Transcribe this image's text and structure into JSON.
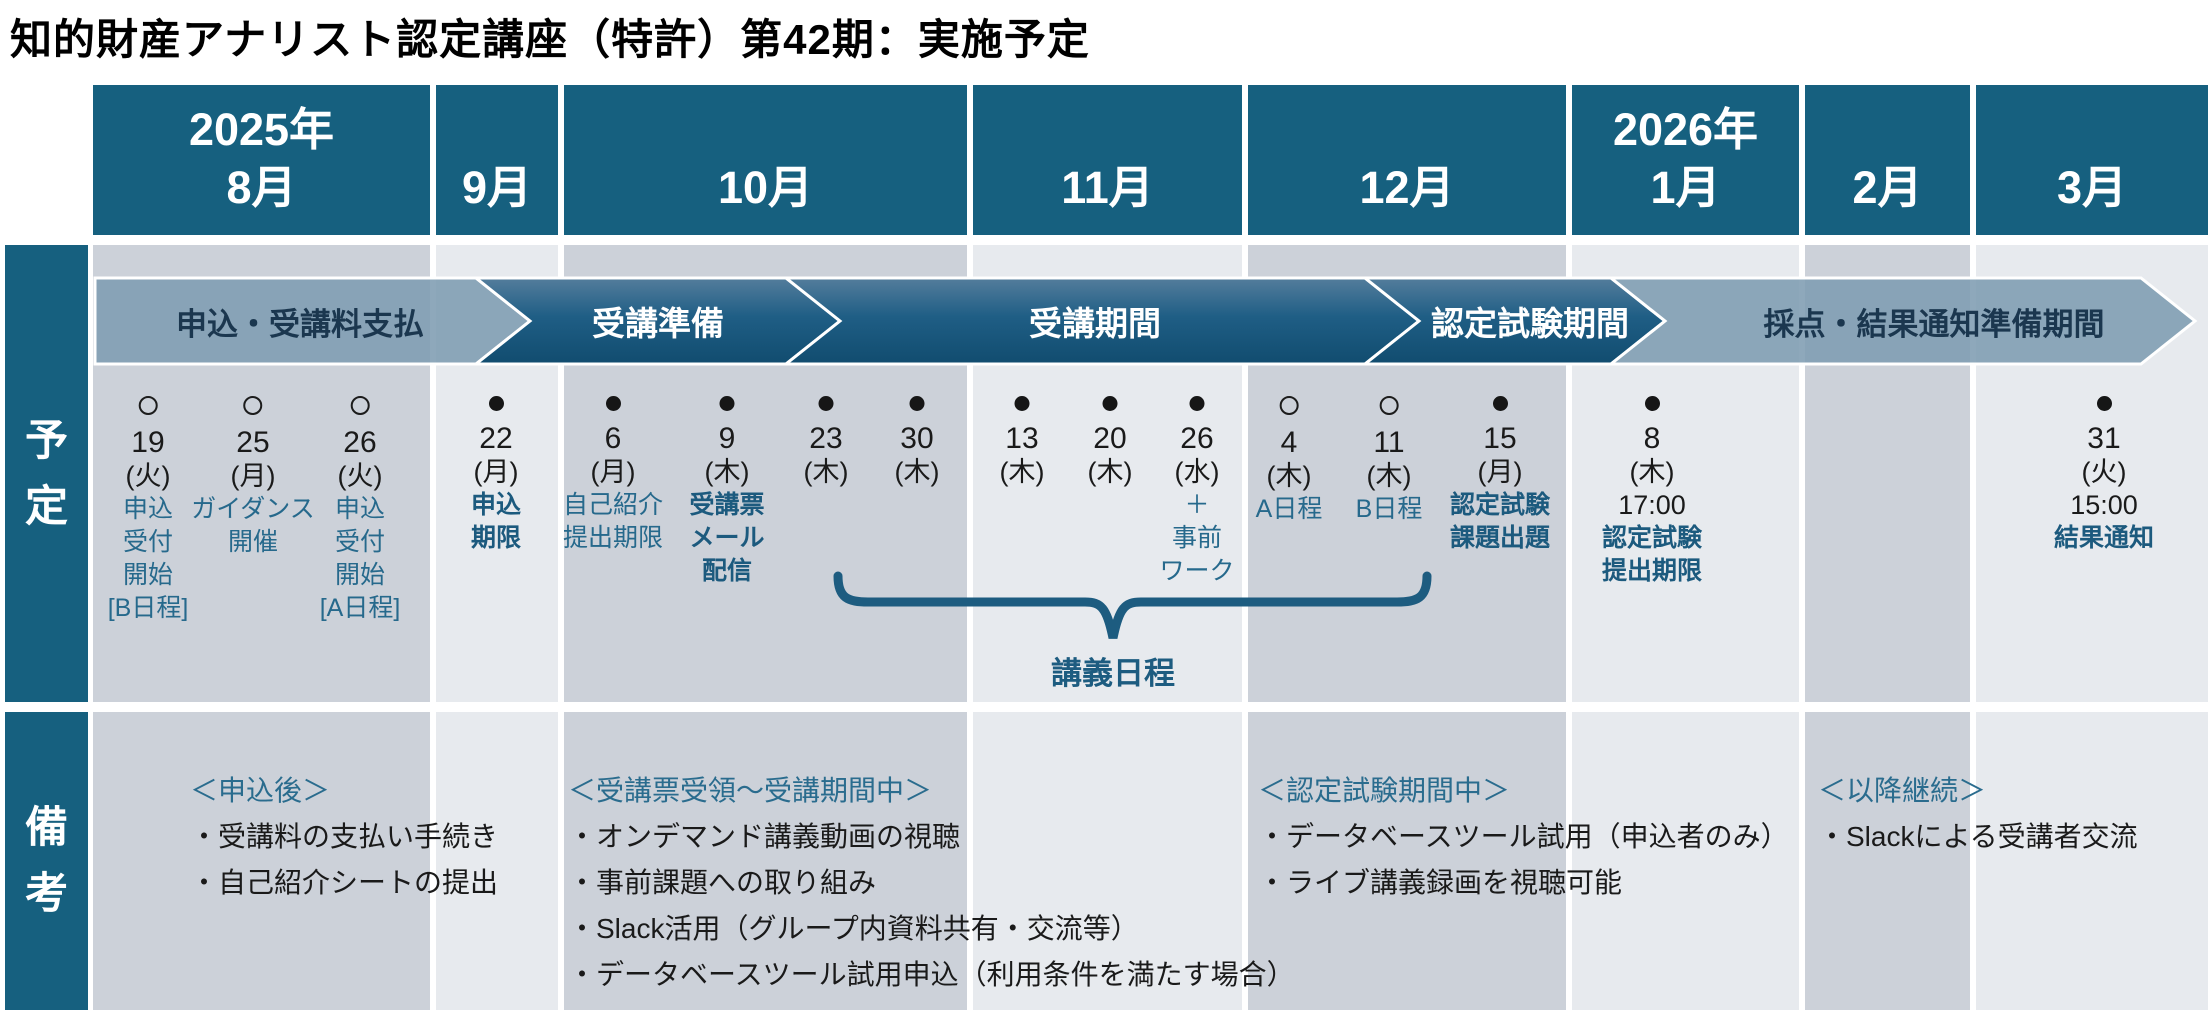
{
  "title": "知的財産アナリスト認定講座（特許）第42期：実施予定",
  "row_labels": {
    "schedule": "予定",
    "notes": "備考"
  },
  "months": [
    {
      "year": "2025年",
      "label": "8月"
    },
    {
      "label": "9月"
    },
    {
      "label": "10月"
    },
    {
      "label": "11月"
    },
    {
      "label": "12月"
    },
    {
      "year": "2026年",
      "label": "1月"
    },
    {
      "label": "2月"
    },
    {
      "label": "3月"
    }
  ],
  "phases": [
    {
      "label": "申込・受講料支払",
      "style": "light"
    },
    {
      "label": "受講準備",
      "style": "dark"
    },
    {
      "label": "受講期間",
      "style": "dark"
    },
    {
      "label": "認定試験期間",
      "style": "dark"
    },
    {
      "label": "採点・結果通知準備期間",
      "style": "light"
    }
  ],
  "events": [
    {
      "marker": "open",
      "day": "19",
      "weekday": "(火)",
      "lines": [
        "申込",
        "受付",
        "開始",
        "[B日程]"
      ],
      "emphasis": false
    },
    {
      "marker": "open",
      "day": "25",
      "weekday": "(月)",
      "lines": [
        "ガイダンス",
        "開催"
      ],
      "emphasis": false
    },
    {
      "marker": "open",
      "day": "26",
      "weekday": "(火)",
      "lines": [
        "申込",
        "受付",
        "開始",
        "[A日程]"
      ],
      "emphasis": false
    },
    {
      "marker": "filled",
      "day": "22",
      "weekday": "(月)",
      "lines": [
        "申込",
        "期限"
      ],
      "emphasis": true
    },
    {
      "marker": "filled",
      "day": "6",
      "weekday": "(月)",
      "lines": [
        "自己紹介",
        "提出期限"
      ],
      "emphasis": false
    },
    {
      "marker": "filled",
      "day": "9",
      "weekday": "(木)",
      "lines": [
        "受講票",
        "メール",
        "配信"
      ],
      "emphasis": true
    },
    {
      "marker": "filled",
      "day": "23",
      "weekday": "(木)",
      "lines": [],
      "emphasis": false
    },
    {
      "marker": "filled",
      "day": "30",
      "weekday": "(木)",
      "lines": [],
      "emphasis": false
    },
    {
      "marker": "filled",
      "day": "13",
      "weekday": "(木)",
      "lines": [],
      "emphasis": false
    },
    {
      "marker": "filled",
      "day": "20",
      "weekday": "(木)",
      "lines": [],
      "emphasis": false
    },
    {
      "marker": "filled",
      "day": "26",
      "weekday": "(水)",
      "lines": [
        "＋",
        "事前",
        "ワーク"
      ],
      "emphasis": false
    },
    {
      "marker": "open",
      "day": "4",
      "weekday": "(木)",
      "lines": [
        "A日程"
      ],
      "emphasis": false
    },
    {
      "marker": "open",
      "day": "11",
      "weekday": "(木)",
      "lines": [
        "B日程"
      ],
      "emphasis": false
    },
    {
      "marker": "filled",
      "day": "15",
      "weekday": "(月)",
      "lines": [
        "認定試験",
        "課題出題"
      ],
      "emphasis": true
    },
    {
      "marker": "filled",
      "day": "8",
      "weekday": "(木)",
      "time": "17:00",
      "lines": [
        "認定試験",
        "提出期限"
      ],
      "emphasis": true
    },
    {
      "marker": "filled",
      "day": "31",
      "weekday": "(火)",
      "time": "15:00",
      "lines": [
        "結果通知"
      ],
      "emphasis": true
    }
  ],
  "brace_label": "講義日程",
  "notes": [
    {
      "header": "＜申込後＞",
      "items": [
        "・受講料の支払い手続き",
        "・自己紹介シートの提出"
      ]
    },
    {
      "header": "＜受講票受領～受講期間中＞",
      "items": [
        "・オンデマンド講義動画の視聴",
        "・事前課題への取り組み",
        "・Slack活用（グループ内資料共有・交流等）",
        "・データベースツール試用申込（利用条件を満たす場合）"
      ]
    },
    {
      "header": "＜認定試験期間中＞",
      "items": [
        "・データベースツール試用（申込者のみ）",
        "・ライブ講義録画を視聴可能"
      ]
    },
    {
      "header": "＜以降継続＞",
      "items": [
        "・Slackによる受講者交流"
      ]
    }
  ],
  "colors": {
    "header_teal": "#16607f",
    "accent_teal": "#26698c",
    "accent_teal_bold": "#1c5a7e",
    "light_phase_fill": "#7e9cb2",
    "column_shade_dark": "#ccd1d9",
    "column_shade_light": "#e7eaee",
    "brace_teal": "#1d5c80"
  }
}
